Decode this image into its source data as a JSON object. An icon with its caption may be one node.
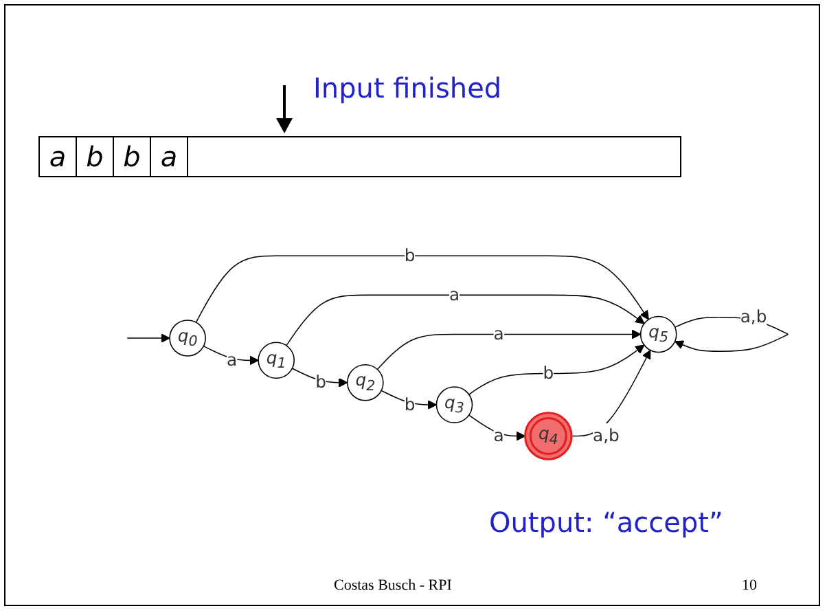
{
  "diagram": {
    "nodes": [
      {
        "text": [
          "q$_{0}$"
        ]
      },
      {
        "text": [
          "q$_{1}$"
        ]
      },
      {
        "text": [
          "q$_{2}$"
        ]
      },
      {
        "text": [
          "q$_{3}$"
        ]
      },
      {
        "text": [
          "q$_{4}$"
        ]
      },
      {
        "text": [
          "q$_{5}$"
        ]
      }
    ],
    "edges": [
      {
        "from": null,
        "to": 0,
        "arrow": "to"
      },
      {
        "from": 0,
        "to": 1,
        "arrow": "to",
        "label": "a"
      },
      {
        "from": 1,
        "to": 2,
        "arrow": "to",
        "label": "b"
      },
      {
        "from": 2,
        "to": 3,
        "arrow": "to",
        "label": "b"
      },
      {
        "from": 3,
        "to": 4,
        "arrow": "to",
        "label": "a"
      },
      {
        "from": 0,
        "to": 5,
        "arrow": "to",
        "label": "b"
      },
      {
        "from": 1,
        "to": 5,
        "arrow": "to",
        "label": "a"
      },
      {
        "from": 2,
        "to": 5,
        "arrow": "to",
        "label": "a"
      },
      {
        "from": 3,
        "to": 5,
        "arrow": "to",
        "label": "b"
      },
      {
        "from": 4,
        "to": 5,
        "arrow": "to",
        "label": "a,b"
      },
      {
        "from": 5,
        "to": 5,
        "arrow": "to",
        "label": "a,b"
      }
    ],
    "labels": [
      "a",
      "b",
      "b",
      "a",
      "Input finished",
      "Output: “accept”",
      "Costas Busch - RPI",
      "10"
    ]
  }
}
